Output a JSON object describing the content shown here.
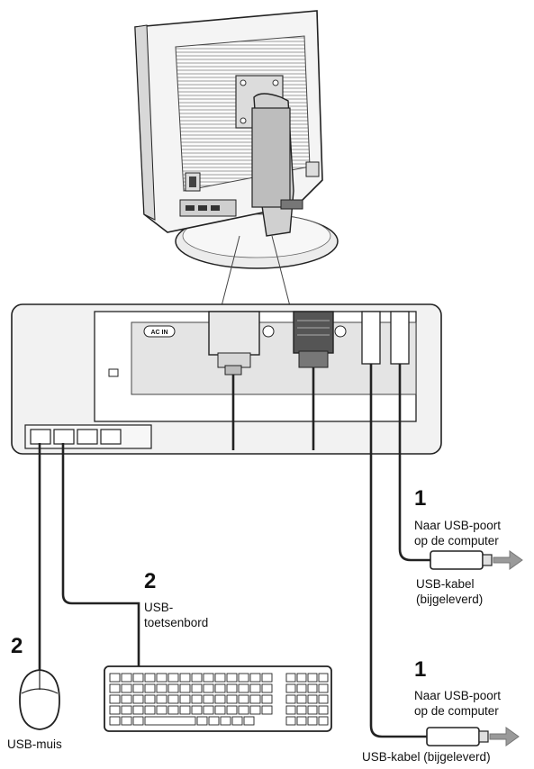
{
  "diagram": {
    "port_label_ac": "AC IN",
    "callouts": {
      "top_usb_cable": {
        "step": "1",
        "line1": "Naar USB-poort",
        "line2": "op de computer",
        "cable_line1": "USB-kabel",
        "cable_line2": "(bijgeleverd)"
      },
      "bottom_usb_cable": {
        "step": "1",
        "line1": "Naar USB-poort",
        "line2": "op de computer",
        "cable": "USB-kabel (bijgeleverd)"
      },
      "keyboard": {
        "step": "2",
        "line1": "USB-",
        "line2": "toetsenbord"
      },
      "mouse": {
        "step": "2",
        "label": "USB-muis"
      }
    },
    "colors": {
      "line": "#222222",
      "panel_fill": "#f2f2f2",
      "inner_fill": "#e4e4e4",
      "arrow": "#9a9a9a"
    }
  }
}
